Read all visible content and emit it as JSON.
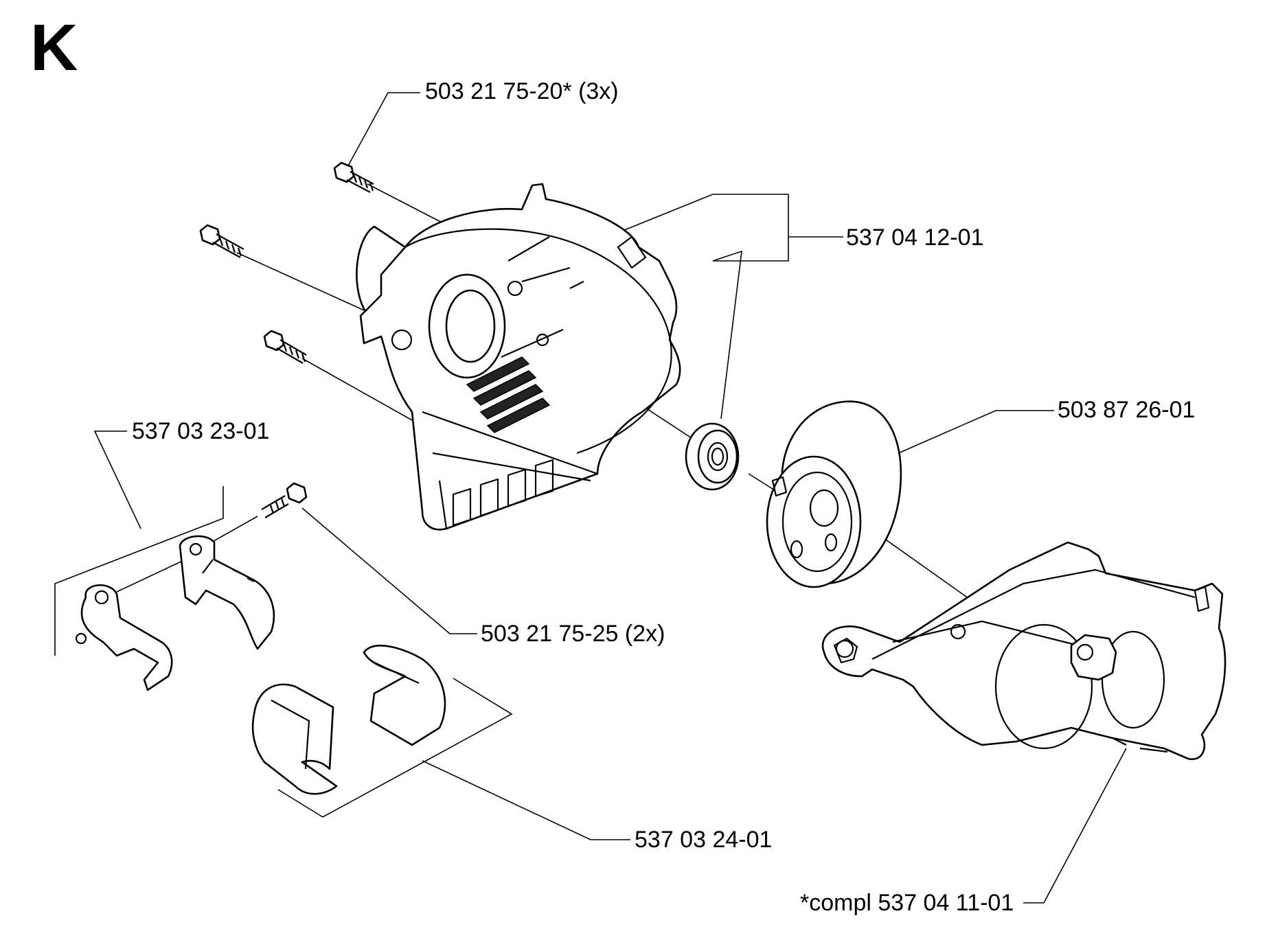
{
  "sheet": {
    "letter": "K"
  },
  "labels": {
    "bolt_3x": "503 21 75-20* (3x)",
    "cover_bearing_group": "537 04 12-01",
    "drum": "503 87 26-01",
    "clip_upper": "537 03 23-01",
    "bolt_2x": "503 21 75-25 (2x)",
    "clip_lower": "537 03 24-01",
    "housing_compl": "*compl 537 04 11-01"
  }
}
